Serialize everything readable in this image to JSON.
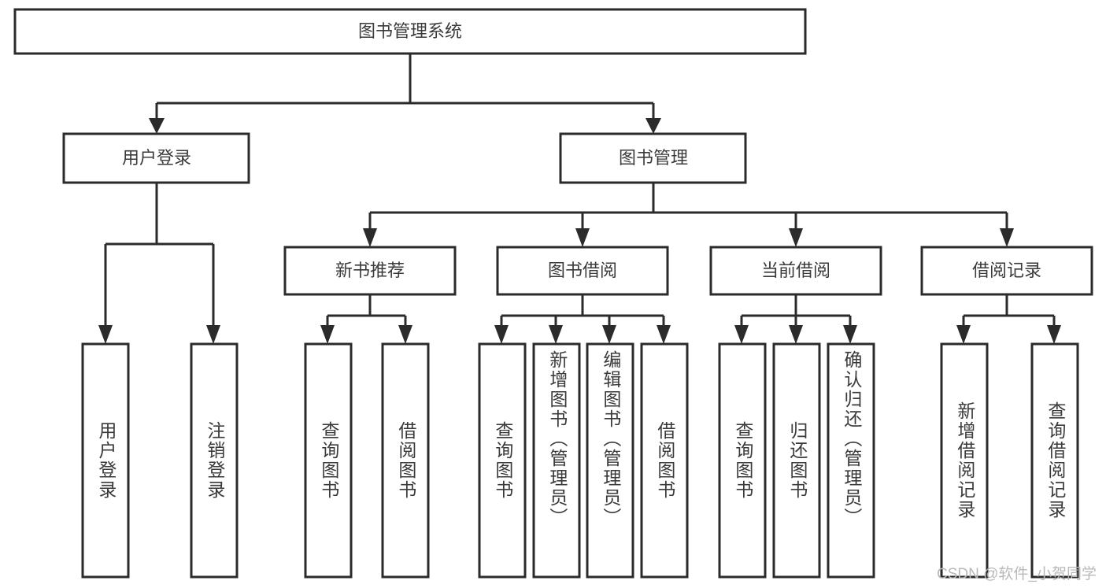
{
  "diagram": {
    "title_node": {
      "label": "图书管理系统"
    },
    "level2": [
      {
        "id": "user-login",
        "label": "用户登录"
      },
      {
        "id": "book-management",
        "label": "图书管理"
      }
    ],
    "level3": [
      {
        "id": "new-book-recommend",
        "label": "新书推荐"
      },
      {
        "id": "book-borrow",
        "label": "图书借阅"
      },
      {
        "id": "current-borrow",
        "label": "当前借阅"
      },
      {
        "id": "borrow-record",
        "label": "借阅记录"
      }
    ],
    "leaves": [
      {
        "id": "leaf-user-login",
        "label": "用户登录",
        "parent": "user-login"
      },
      {
        "id": "leaf-logout-login",
        "label": "注销登录",
        "parent": "user-login"
      },
      {
        "id": "leaf-query-book-1",
        "label": "查询图书",
        "parent": "new-book-recommend"
      },
      {
        "id": "leaf-borrow-book-1",
        "label": "借阅图书",
        "parent": "new-book-recommend"
      },
      {
        "id": "leaf-query-book-2",
        "label": "查询图书",
        "parent": "book-borrow"
      },
      {
        "id": "leaf-add-book",
        "label": "新增图书（管理员）",
        "parent": "book-borrow"
      },
      {
        "id": "leaf-edit-book",
        "label": "编辑图书（管理员）",
        "parent": "book-borrow"
      },
      {
        "id": "leaf-borrow-book-2",
        "label": "借阅图书",
        "parent": "book-borrow"
      },
      {
        "id": "leaf-query-book-3",
        "label": "查询图书",
        "parent": "current-borrow"
      },
      {
        "id": "leaf-return-book",
        "label": "归还图书",
        "parent": "current-borrow"
      },
      {
        "id": "leaf-confirm-return",
        "label": "确认归还（管理员）",
        "parent": "current-borrow"
      },
      {
        "id": "leaf-add-record",
        "label": "新增借阅记录",
        "parent": "borrow-record"
      },
      {
        "id": "leaf-query-record",
        "label": "查询借阅记录",
        "parent": "borrow-record"
      }
    ],
    "colors": {
      "box_stroke": "#2b2b2b",
      "box_fill": "#ffffff",
      "text": "#3a3a3a",
      "background": "#ffffff",
      "watermark": "#b9b9b9"
    }
  },
  "watermark": {
    "text": "CSDN @软件_小贺同学"
  }
}
